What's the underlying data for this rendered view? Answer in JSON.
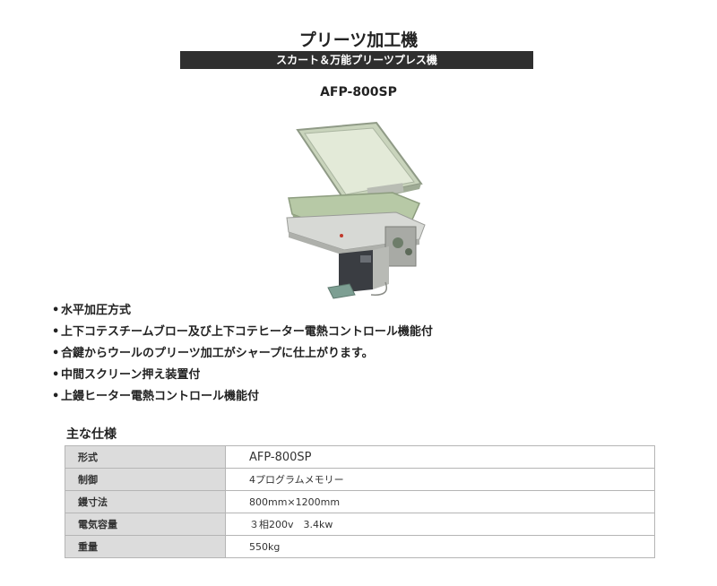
{
  "header": {
    "title": "プリーツ加工機",
    "subtitle": "スカート＆万能プリーツプレス機",
    "model": "AFP-800SP"
  },
  "product_image": {
    "icon": "pleating-press-machine-illustration",
    "colors": {
      "body": "#c9d4bc",
      "frame": "#9ea19a",
      "base": "#3a3d42"
    }
  },
  "features": [
    "水平加圧方式",
    "上下コテスチームブロー及び上下コテヒーター電熱コントロール機能付",
    "合鍵からウールのプリーツ加工がシャープに仕上がります。",
    "中間スクリーン押え装置付",
    "上鏝ヒーター電熱コントロール機能付"
  ],
  "spec_section": {
    "heading": "主な仕様",
    "rows": [
      {
        "label": "形式",
        "value": "AFP-800SP"
      },
      {
        "label": "制御",
        "value": "4プログラムメモリー"
      },
      {
        "label": "鏝寸法",
        "value": "800mm×1200mm"
      },
      {
        "label": "電気容量",
        "value": "３相200v　3.4kw"
      },
      {
        "label": "重量",
        "value": "550kg"
      }
    ]
  }
}
